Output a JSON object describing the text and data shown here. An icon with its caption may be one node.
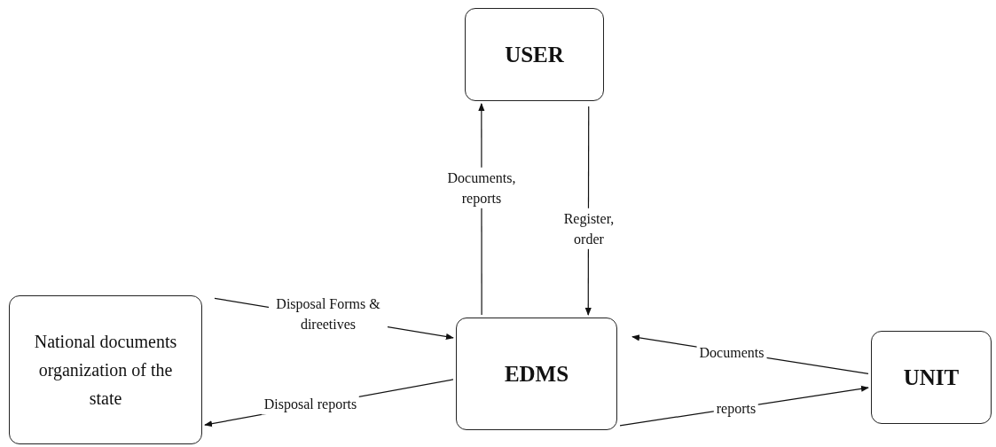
{
  "diagram": {
    "nodes": [
      {
        "text": [
          "USER"
        ]
      },
      {
        "text": [
          "National documents organization of the state"
        ]
      },
      {
        "text": [
          "EDMS"
        ]
      },
      {
        "text": [
          "UNIT"
        ]
      }
    ],
    "edges": [
      {
        "from": 2,
        "to": 0,
        "arrow": "to",
        "label": "Documents, reports"
      },
      {
        "from": 0,
        "to": 2,
        "arrow": "to",
        "label": "Register, order"
      },
      {
        "from": 1,
        "to": 2,
        "arrow": "to",
        "label": "Disposal Forms & direetives"
      },
      {
        "from": 2,
        "to": 1,
        "arrow": "to",
        "label": "Disposal reports"
      },
      {
        "from": 3,
        "to": 2,
        "arrow": "to",
        "label": "Documents"
      },
      {
        "from": 2,
        "to": 3,
        "arrow": "to",
        "label": "reports"
      }
    ]
  }
}
